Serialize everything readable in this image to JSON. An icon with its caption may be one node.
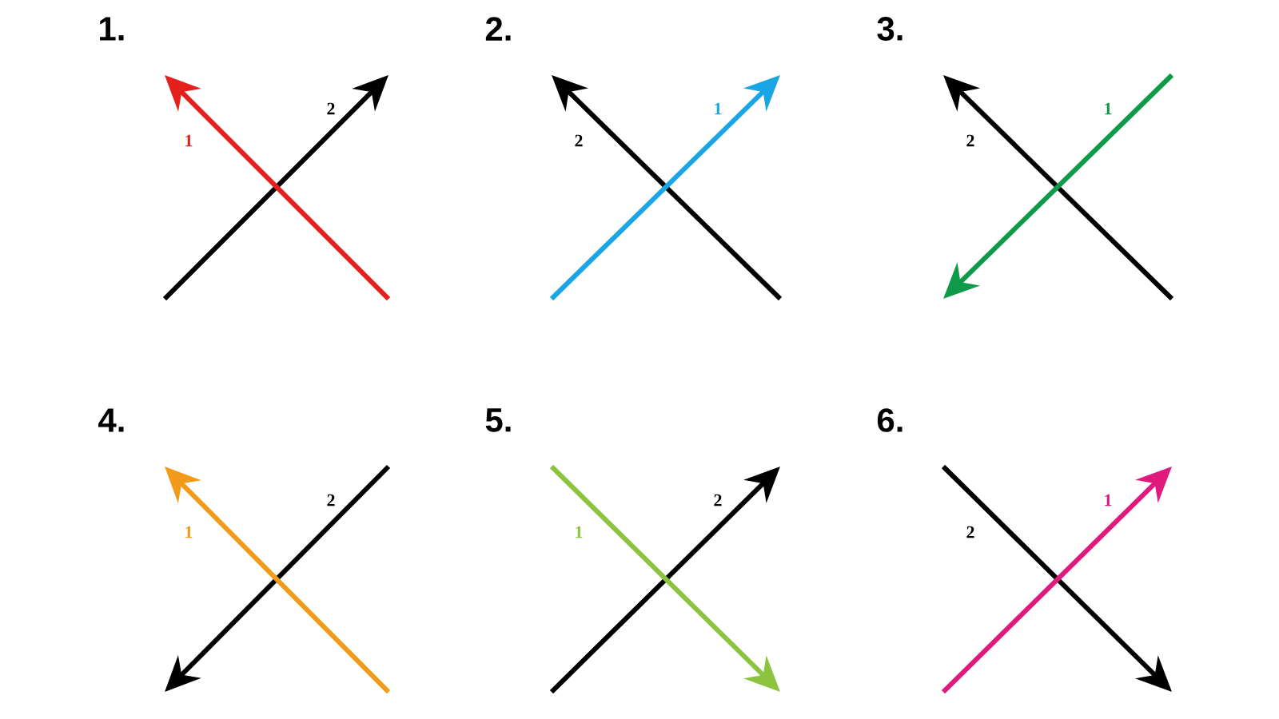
{
  "diagram": {
    "labels": [
      "1.",
      "1",
      "2",
      "2.",
      "1",
      "2",
      "3.",
      "1",
      "2",
      "4.",
      "1",
      "2",
      "5.",
      "1",
      "2",
      "6.",
      "1",
      "2"
    ]
  }
}
